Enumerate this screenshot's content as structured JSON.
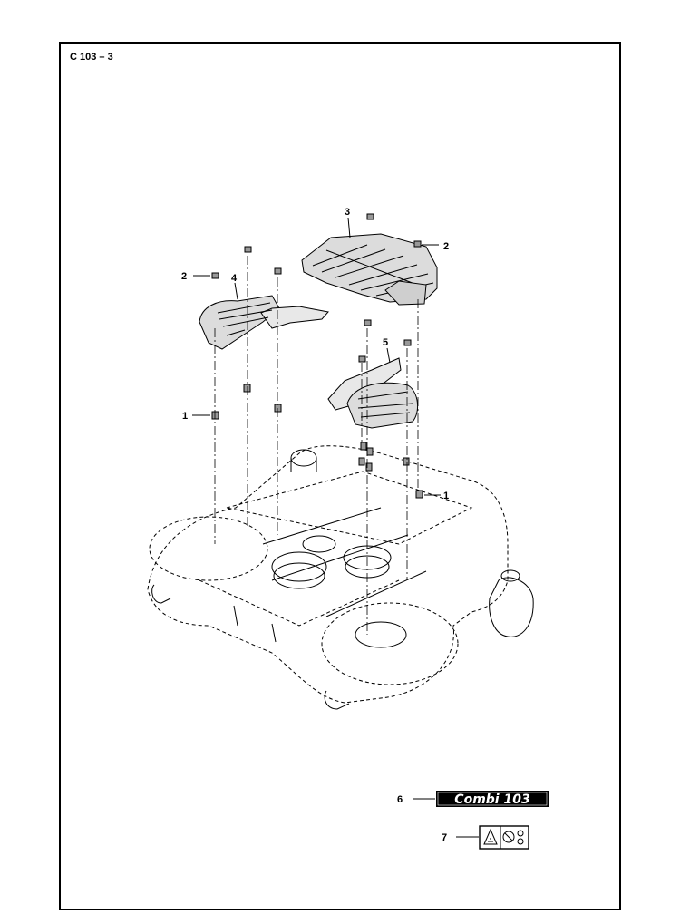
{
  "page": {
    "code": "C 103 – 3"
  },
  "callouts": [
    {
      "id": "c-1a",
      "label": "1"
    },
    {
      "id": "c-1b",
      "label": "1"
    },
    {
      "id": "c-2a",
      "label": "2"
    },
    {
      "id": "c-2b",
      "label": "2"
    },
    {
      "id": "c-3",
      "label": "3"
    },
    {
      "id": "c-4",
      "label": "4"
    },
    {
      "id": "c-5",
      "label": "5"
    },
    {
      "id": "c-6",
      "label": "6"
    },
    {
      "id": "c-7",
      "label": "7"
    }
  ],
  "decal": {
    "text": "Combi 103"
  },
  "colors": {
    "line": "#000000",
    "panel_fill": "#dcdcdc",
    "badge_fill": "#000000"
  }
}
